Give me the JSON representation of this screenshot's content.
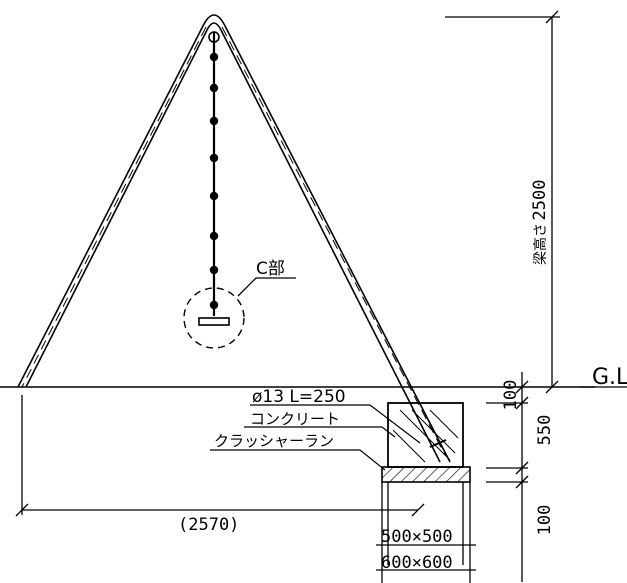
{
  "drawing": {
    "callout_label": "C部",
    "ground_label": "G.L",
    "height_label": "梁高さ",
    "height_value": "2500",
    "dim_100_top": "100",
    "dim_550": "550",
    "dim_100_bottom": "100",
    "anchor_label": "ø13 L=250",
    "concrete_label": "コンクリート",
    "crusher_label": "クラッシャーラン",
    "span_label": "(2570)",
    "footing_500": "500×500",
    "footing_600": "600×600"
  }
}
